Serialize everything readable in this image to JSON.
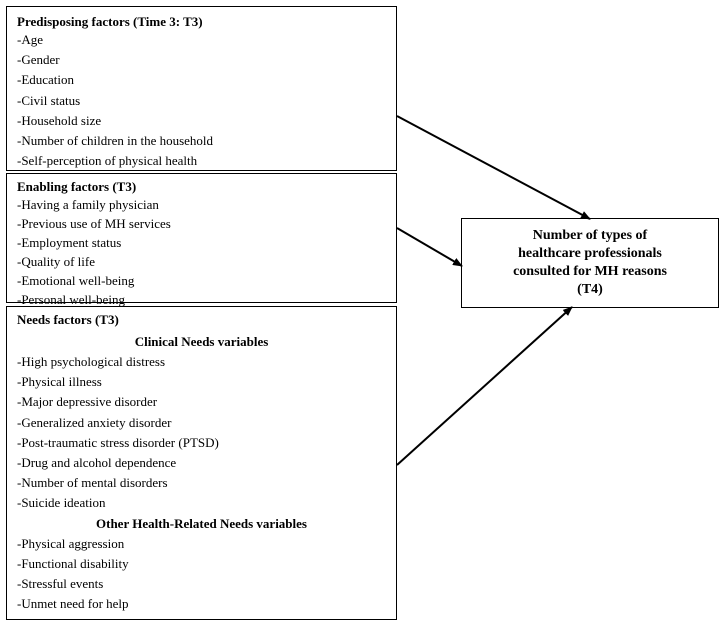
{
  "predisposing": {
    "title": "Predisposing factors (Time 3: T3)",
    "items": [
      "-Age",
      "-Gender",
      "-Education",
      "-Civil status",
      "-Household size",
      "-Number of children in the household",
      "-Self-perception of physical health"
    ]
  },
  "enabling": {
    "title": "Enabling factors (T3)",
    "items": [
      "-Having a family physician",
      "-Previous use of MH services",
      "-Employment status",
      "-Quality of life",
      "-Emotional well-being",
      "-Personal well-being"
    ]
  },
  "needs": {
    "title": "Needs factors (T3)",
    "clinical_heading": "Clinical Needs variables",
    "clinical_items": [
      "-High psychological distress",
      "-Physical illness",
      "-Major depressive disorder",
      "-Generalized anxiety disorder",
      "-Post-traumatic stress disorder (PTSD)",
      "-Drug and alcohol dependence",
      "-Number of mental disorders",
      "-Suicide ideation"
    ],
    "other_heading": "Other Health-Related Needs variables",
    "other_items": [
      "-Physical aggression",
      "-Functional disability",
      "-Stressful events",
      "-Unmet need for help"
    ]
  },
  "outcome": {
    "text": "Number of types of\nhealthcare professionals\nconsulted for MH reasons\n(T4)"
  }
}
